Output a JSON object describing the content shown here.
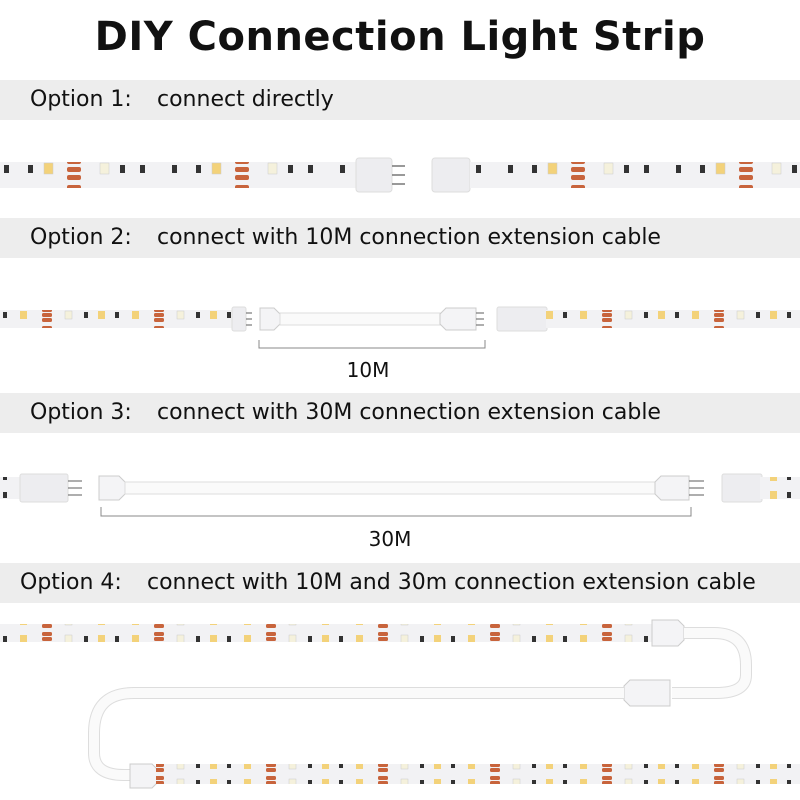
{
  "title": "DIY Connection Light Strip",
  "options": [
    {
      "label": "Option 1:",
      "desc": "connect directly"
    },
    {
      "label": "Option 2:",
      "desc": "connect with 10M connection extension cable",
      "length": "10M"
    },
    {
      "label": "Option 3:",
      "desc": "connect with 30M connection extension cable",
      "length": "30M"
    },
    {
      "label": "Option 4:",
      "desc": "connect with 10M and 30m connection extension cable"
    }
  ],
  "colors": {
    "band": "#ededed",
    "pad": "#c8643c",
    "led_warm": "#f3d27a",
    "led_cool": "#f5f1dc",
    "strip": "#f2f2f4"
  }
}
